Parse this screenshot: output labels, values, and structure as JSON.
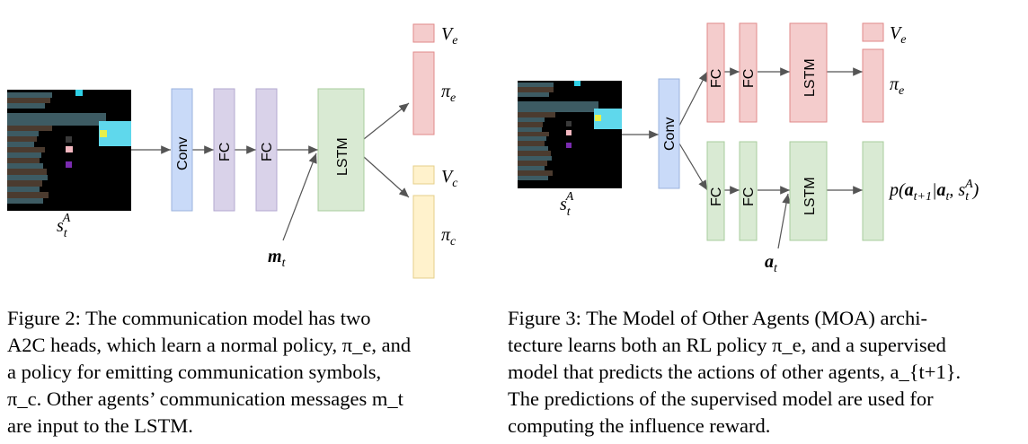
{
  "figure2": {
    "caption_lines": [
      "Figure 2: The communication model has two",
      "A2C heads, which learn a normal policy, π_e, and",
      "a policy for emitting communication symbols,",
      "π_c. Other agents’ communication messages m_t",
      "are input to the LSTM."
    ],
    "diagram": {
      "layers": [
        "Conv",
        "FC",
        "FC",
        "LSTM"
      ],
      "input_label": "s_t^A",
      "message_label": "m_t",
      "outputs": [
        "V_e",
        "π_e",
        "V_c",
        "π_c"
      ]
    }
  },
  "figure3": {
    "caption_lines": [
      "Figure 3: The Model of Other Agents (MOA) archi-",
      "tecture learns both an RL policy π_e, and a supervised",
      "model that predicts the actions of other agents, a_{t+1}.",
      "The predictions of the supervised model are used for",
      "computing the influence reward."
    ],
    "diagram": {
      "shared_layer": "Conv",
      "rl_branch": [
        "FC",
        "FC",
        "LSTM"
      ],
      "rl_outputs": [
        "V_e",
        "π_e"
      ],
      "moa_branch": [
        "FC",
        "FC",
        "LSTM"
      ],
      "moa_output": "p(a_{t+1}|a_t, s_t^A)",
      "input_label": "s_t^A",
      "action_label": "a_t"
    }
  },
  "colors": {
    "conv": "#c9daf8",
    "fc_purple": "#d9d2e9",
    "lstm_green": "#d9ead3",
    "red_head": "#f4cccc",
    "yellow_head": "#fff2cc"
  }
}
